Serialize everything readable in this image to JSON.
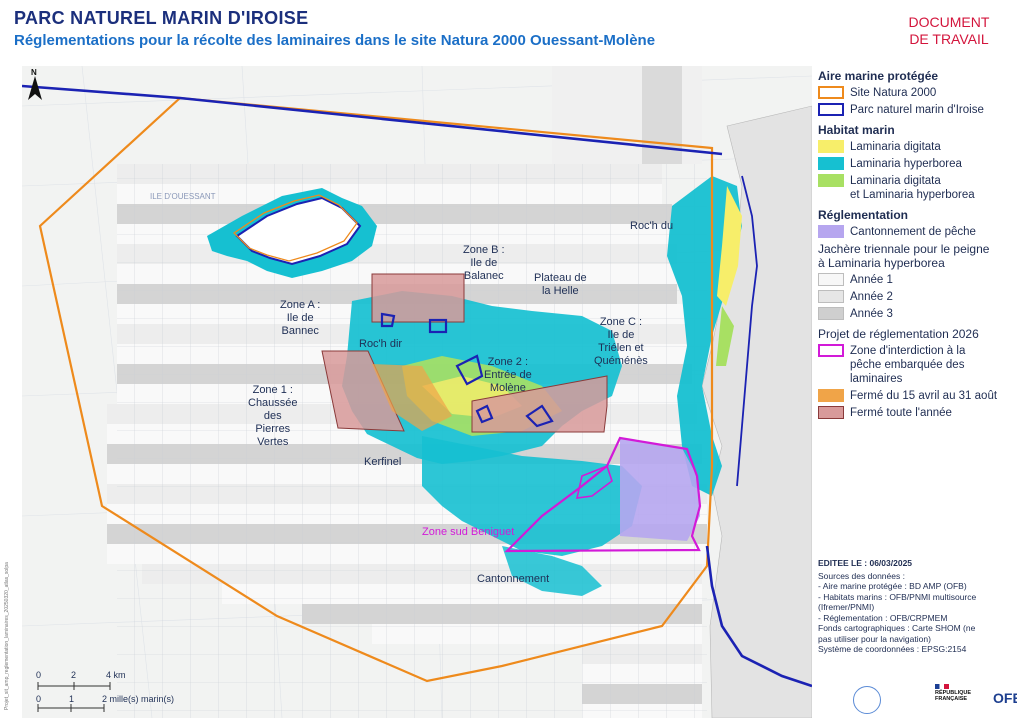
{
  "header": {
    "title": "PARC NATUREL MARIN D'IROISE",
    "subtitle": "Réglementations pour la récolte des laminaires dans le site Natura 2000 Ouessant-Molène"
  },
  "stamp": {
    "line1": "DOCUMENT",
    "line2": "DE TRAVAIL"
  },
  "map": {
    "north": "N",
    "labels": {
      "ile_ouessant": "ILE D'OUESSANT",
      "zone_a": "Zone A :\nIle de\nBannec",
      "zone_b": "Zone B :\nIle de\nBalanec",
      "plateau": "Plateau de\nla Helle",
      "zone_c": "Zone C :\nIle de\nTriélen et\nQuéménès",
      "zone_1": "Zone 1 :\nChaussée\ndes\nPierres\nVertes",
      "zone_2": "Zone 2 :\nEntrée de\nMolène",
      "roch_dir": "Roc'h dir",
      "roch_du": "Roc'h du",
      "kerfinel": "Kerfinel",
      "zone_sud": "Zone sud Beniguet",
      "cantonnement": "Cantonnement"
    },
    "scale": {
      "km_ticks": [
        "0",
        "2",
        "4 km"
      ],
      "mi_ticks": [
        "0",
        "1",
        "2 mille(s) marin(s)"
      ]
    },
    "side_note": "Projet_sit_amp_reglementation_laminaires_20250320_atlas_solpa"
  },
  "legend": {
    "sec1": {
      "title": "Aire marine protégée",
      "items": [
        {
          "label": "Site Natura 2000",
          "color": "#ee8a1c"
        },
        {
          "label": "Parc naturel marin d'Iroise",
          "color": "#1b22b3"
        }
      ]
    },
    "sec2": {
      "title": "Habitat marin",
      "items": [
        {
          "label": "Laminaria digitata",
          "color": "#f7ee6a"
        },
        {
          "label": "Laminaria hyperborea",
          "color": "#16c0d1"
        },
        {
          "label": "Laminaria digitata\net Laminaria hyperborea",
          "color": "#a8e063"
        }
      ]
    },
    "sec3": {
      "title": "Réglementation",
      "cantonnement": {
        "label": "Cantonnement de pêche",
        "color": "#b6a6ef"
      },
      "jachere_title": "Jachère triennale pour le peigne\nà Laminaria hyperborea",
      "years": [
        {
          "label": "Année 1",
          "color": "#f7f7f7"
        },
        {
          "label": "Année 2",
          "color": "#e6e6e6"
        },
        {
          "label": "Année 3",
          "color": "#cfcfcf"
        }
      ]
    },
    "sec4": {
      "title": "Projet de réglementation 2026",
      "items": [
        {
          "label": "Zone d'interdiction à la\npêche embarquée des\nlaminaires",
          "color": "#d21ad8"
        },
        {
          "label": "Fermé du 15 avril au 31 août",
          "color": "#f0a448"
        },
        {
          "label": "Fermé toute l'année",
          "color": "#d89a9a"
        }
      ]
    }
  },
  "info": {
    "edited": "EDITEE LE : 06/03/2025",
    "lines": [
      "Sources des données :",
      "- Aire marine protégée : BD AMP (OFB)",
      "- Habitats marins : OFB/PNMI multisource",
      "(Ifremer/PNMI)",
      "- Réglementation : OFB/CRPMEM",
      "Fonds cartographiques : Carte SHOM (ne",
      "pas utiliser pour la navigation)",
      "Système de coordonnées : EPSG:2154"
    ]
  },
  "logos": {
    "rf": "RÉPUBLIQUE\nFRANÇAISE",
    "ofb": "OFB"
  }
}
